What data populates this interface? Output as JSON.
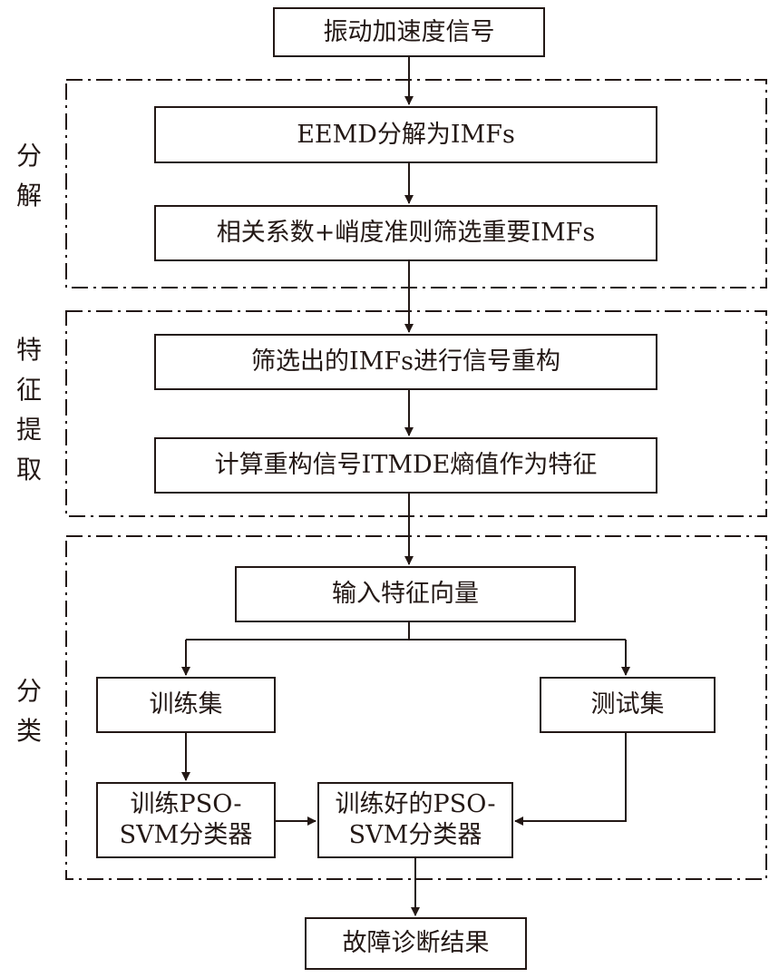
{
  "nodes": {
    "signal": "振动加速度信号",
    "eemd": "EEMD分解为IMFs",
    "select": "相关系数+峭度准则筛选重要IMFs",
    "reconstruct": "筛选出的IMFs进行信号重构",
    "entropy": "计算重构信号ITMDE熵值作为特征",
    "input": "输入特征向量",
    "train_set": "训练集",
    "test_set": "测试集",
    "train_svm_line1": "训练PSO-",
    "train_svm_line2": "SVM分类器",
    "trained_svm_line1": "训练好的PSO-",
    "trained_svm_line2": "SVM分类器",
    "result": "故障诊断结果"
  },
  "groups": {
    "decompose": [
      "分",
      "解"
    ],
    "feature": [
      "特",
      "征",
      "提",
      "取"
    ],
    "classify": [
      "分",
      "类"
    ]
  },
  "colors": {
    "line": "#231815",
    "background": "#ffffff"
  }
}
